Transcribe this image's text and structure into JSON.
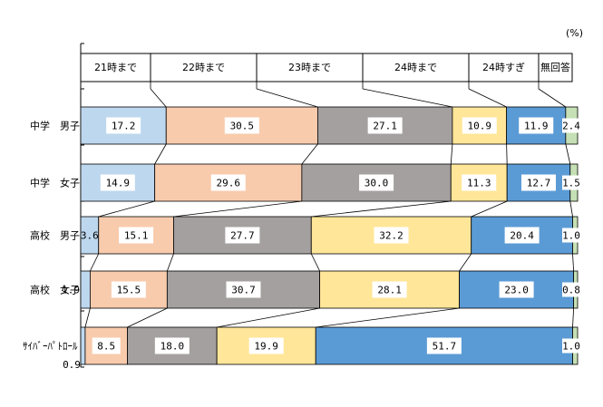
{
  "chart_data": {
    "type": "bar",
    "orientation": "horizontal-stacked-100",
    "unit": "(%)",
    "categories": [
      "21時まで",
      "22時まで",
      "23時まで",
      "24時まで",
      "24時すぎ",
      "無回答"
    ],
    "rows": [
      "中学　男子",
      "中学　女子",
      "高校　男子",
      "高校　女子",
      "ｻｲﾊﾞｰﾊﾟﾄﾛｰﾙ"
    ],
    "series": [
      {
        "values": [
          17.2,
          14.9,
          3.6,
          1.9,
          0.9
        ]
      },
      {
        "values": [
          30.5,
          29.6,
          15.1,
          15.5,
          8.5
        ]
      },
      {
        "values": [
          27.1,
          30.0,
          27.7,
          30.7,
          18.0
        ]
      },
      {
        "values": [
          10.9,
          11.3,
          32.2,
          28.1,
          19.9
        ]
      },
      {
        "values": [
          11.9,
          12.7,
          20.4,
          23.0,
          51.7
        ]
      },
      {
        "values": [
          2.4,
          1.5,
          1.0,
          0.8,
          1.0
        ]
      }
    ],
    "colors": [
      "#bdd7ee",
      "#f8cbad",
      "#a5a0a0",
      "#ffe699",
      "#5b9bd5",
      "#c5e0b4"
    ],
    "grid": false,
    "legend": "top"
  }
}
